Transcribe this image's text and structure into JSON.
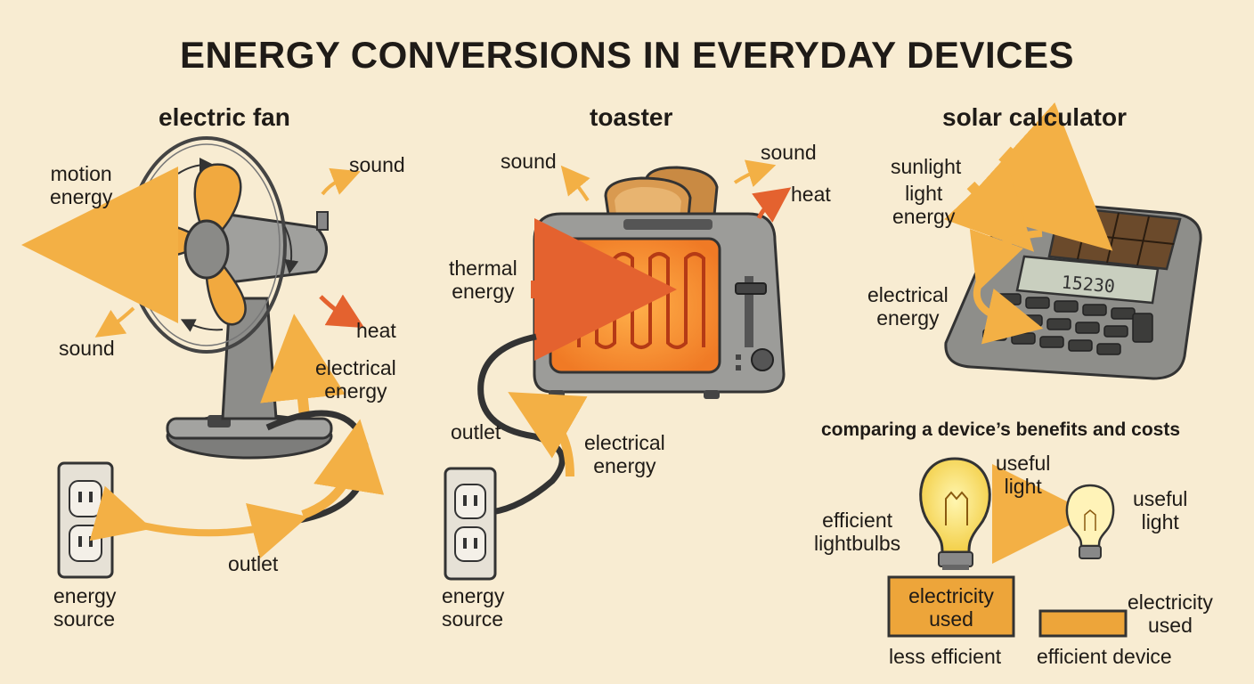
{
  "title": "ENERGY CONVERSIONS IN EVERYDAY DEVICES",
  "colors": {
    "background": "#f8ecd2",
    "fan_blade": "#f1a93f",
    "arrow_orange": "#f3b045",
    "arrow_red": "#e4622f",
    "metal": "#9c9c99",
    "toast": "#d99a50"
  },
  "fan": {
    "heading": "electric fan",
    "motion_energy": "motion\nenergy",
    "sound_top": "sound",
    "sound_bottom": "sound",
    "heat": "heat",
    "electrical_energy": "electrical\nenergy",
    "outlet": "outlet",
    "energy_source": "energy\nsource"
  },
  "toaster": {
    "heading": "toaster",
    "sound": "sound",
    "sound_right": "sound",
    "heat": "heat",
    "thermal_energy": "thermal\nenergy",
    "outlet": "outlet",
    "electrical_energy": "electrical\nenergy",
    "energy_source": "energy\nsource"
  },
  "calculator": {
    "heading": "solar calculator",
    "sunlight": "sunlight",
    "light_energy": "light\nenergy",
    "electrical_energy": "electrical\nenergy",
    "display": "15230"
  },
  "comparison": {
    "heading": "comparing a device’s benefits and costs",
    "useful_light_left": "useful\nlight",
    "useful_light_right": "useful\nlight",
    "efficient_lightbulbs": "efficient\nlightbulbs",
    "electricity_used_left": "electricity\nused",
    "electricity_used_right": "electricity\nused",
    "less_efficient": "less efficient",
    "efficient_device": "efficient device"
  }
}
